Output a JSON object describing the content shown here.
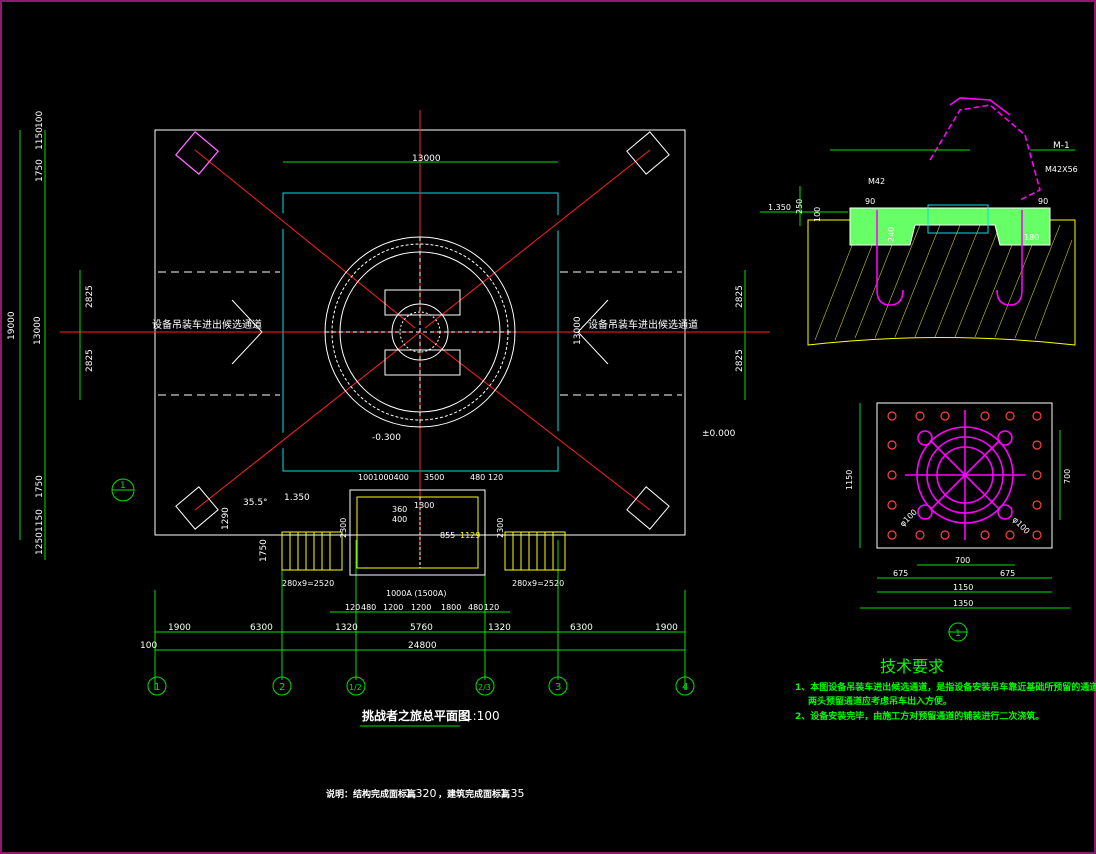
{
  "main_plan": {
    "title": "挑战者之旅总平面图",
    "scale": "1:100",
    "note_label": "说明：结构完成面标高",
    "note_value1": "1.320",
    "note_mid": "，建筑完成面标高",
    "note_value2": "1.35",
    "passage_left": "设备吊装车进出候选通道",
    "passage_right": "设备吊装车进出候选通道",
    "elev_minus": "-0.300",
    "elev_zero": "±0.000",
    "elev_135": "1.350",
    "dim_13000_top": "13000",
    "dim_19000": "19000",
    "dim_13000_left": "13000",
    "dim_13000_right": "13000",
    "dim_2825_a": "2825",
    "dim_2825_b": "2825",
    "dim_2825_c": "2825",
    "dim_2825_d": "2825",
    "dim_1750_a": "1750",
    "dim_1750_b": "1750",
    "dim_1150_a": "1150",
    "dim_1150_b": "1150",
    "dim_100": "100",
    "dim_1250": "1250",
    "dim_1750_c": "1750",
    "dim_1290": "1290",
    "dim_355": "35.5°",
    "stair_left": "280x9=2520",
    "stair_right": "280x9=2520",
    "bottom_row1": [
      "1900",
      "6300",
      "1320",
      "5760",
      "1320",
      "6300",
      "1900"
    ],
    "total": "24800",
    "dim_100_b": "100",
    "row_small": [
      "120",
      "480",
      "1200",
      "1200",
      "1800",
      "480",
      "120"
    ],
    "room_dims": [
      "1001000400",
      "3500",
      "480",
      "120"
    ],
    "room_2300_l": "2300",
    "room_2300_r": "2300",
    "room_1300": "1300",
    "room_855": "855",
    "room_1129": "1129",
    "room_360": "360",
    "room_400": "400",
    "room_label_bottom": "1000A (1500A)",
    "axes": [
      "1",
      "2",
      "1/2",
      "2/3",
      "3",
      "4"
    ],
    "detail_marker": "1"
  },
  "section_detail": {
    "label_m1": "M-1",
    "label_m42": "M42",
    "label_m42b": "M42X56",
    "dim_250": "250",
    "dim_100": "100",
    "dim_90a": "90",
    "dim_90b": "90",
    "dim_240": "240",
    "dim_180": "180",
    "elev": "1.350"
  },
  "plan_detail": {
    "dim_1150_v": "1150",
    "dim_700_v": "700",
    "dim_700": "700",
    "dim_675_a": "675",
    "dim_675_b": "675",
    "dim_1150": "1150",
    "dim_1350": "1350",
    "dim_phi_a": "φ100",
    "dim_phi_b": "φ100",
    "marker": "1"
  },
  "tech": {
    "title": "技术要求",
    "line1": "1、本图设备吊装车进出候选通道，是指设备安装吊车靠近基础所预留的通道",
    "line2": "两头预留通道应考虑吊车出入方便。",
    "line3": "2、设备安装完毕，由施工方对预留通道的铺装进行二次浇筑。"
  },
  "colors": {
    "frame": "#8e1a6e",
    "dim": "#00e000",
    "base": "#ffffff",
    "axis": "#ff2020",
    "zone": "#00e0e0",
    "rebar": "#ff00ff",
    "text_tech": "#00ff00"
  }
}
